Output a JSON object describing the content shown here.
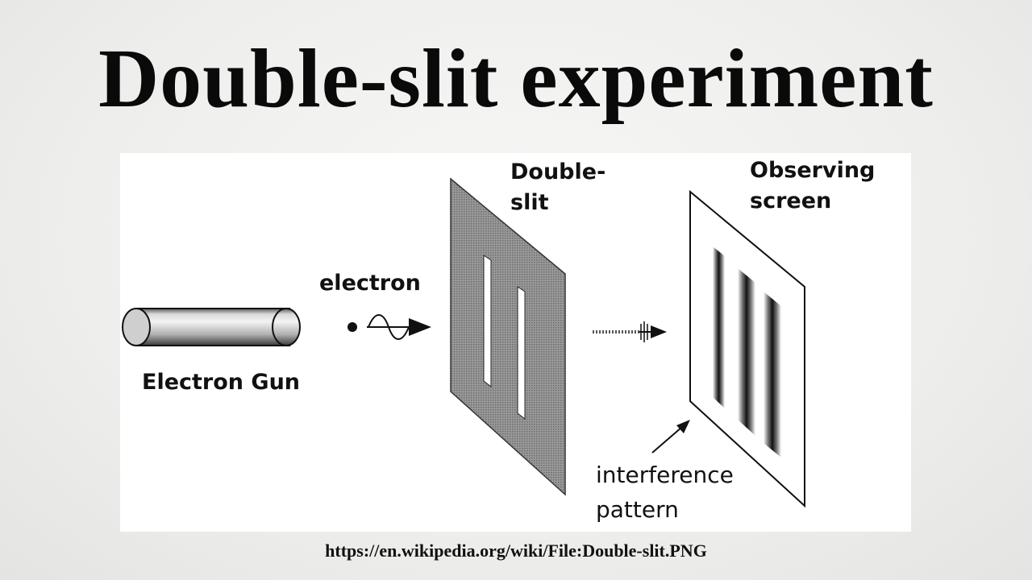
{
  "slide": {
    "title": "Double-slit experiment",
    "source_url": "https://en.wikipedia.org/wiki/File:Double-slit.PNG"
  },
  "diagram": {
    "labels": {
      "electron_gun": "Electron Gun",
      "electron": "electron",
      "double_slit_line1": "Double-",
      "double_slit_line2": "slit",
      "observing_line1": "Observing",
      "observing_line2": "screen",
      "interference_line1": "interference",
      "interference_line2": "pattern"
    }
  }
}
